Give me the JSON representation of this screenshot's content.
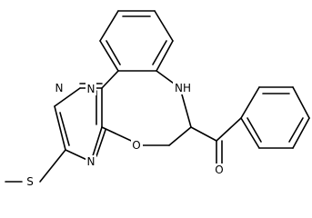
{
  "atoms": {
    "n1": "N",
    "n2": "N",
    "n3": "N",
    "o_ring": "O",
    "nh": "NH",
    "s": "S",
    "o_carbonyl": "O"
  }
}
